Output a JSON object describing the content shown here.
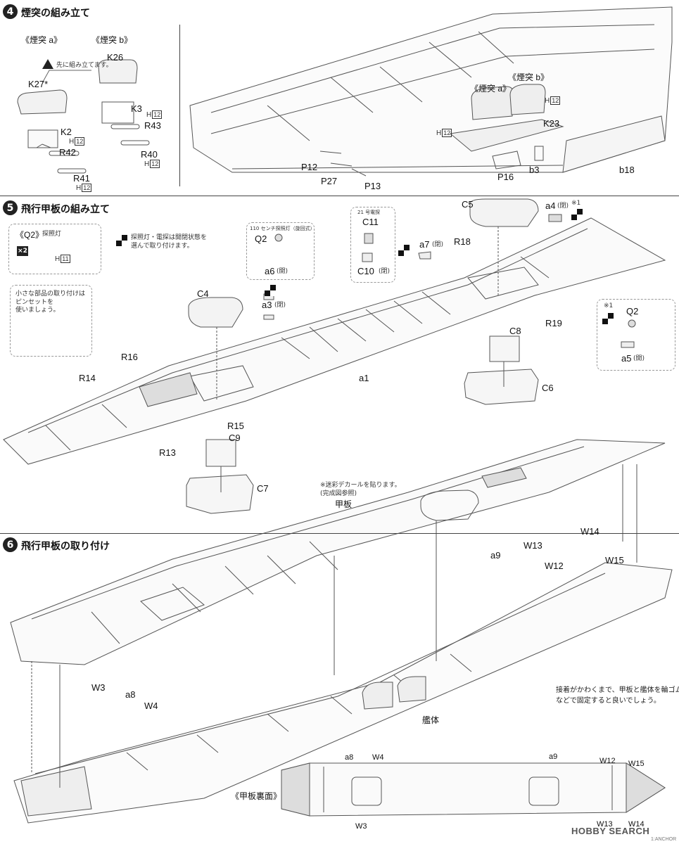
{
  "step4": {
    "number": "4",
    "title": "煙突の組み立て",
    "group_a": "《煙突 a》",
    "group_b": "《煙突 b》",
    "note": "先に組み立てます。",
    "parts": [
      "K26",
      "K27*",
      "K3",
      "R43",
      "K2",
      "R42",
      "R40",
      "R41",
      "P12",
      "P27",
      "P13",
      "P16",
      "b3",
      "b18",
      "K23"
    ],
    "funnel_a": "《煙突 a》",
    "funnel_b": "《煙突 b》",
    "h12": "H",
    "h12_num": "12"
  },
  "step5": {
    "number": "5",
    "title": "飛行甲板の組み立て",
    "q2_title": "《Q2》",
    "q2_sub": "探照灯",
    "x2": "×2",
    "q2_h": "H",
    "q2_h_num": "11",
    "flag_note": "探照灯・電探は開閉状態を\n選んで取り付けます。",
    "tweezer_note": "小さな部品の取り付けは\nピンセットを\n使いましょう。",
    "searchlight_caption": "110 センチ探照灯（旋回式）",
    "radar_caption": "21 号電探",
    "parts": [
      "Q2",
      "a6",
      "a3",
      "C11",
      "C10",
      "C5",
      "a4",
      "a7",
      "R18",
      "C4",
      "R16",
      "R14",
      "C8",
      "R19",
      "Q2",
      "a5",
      "C6",
      "a1",
      "R15",
      "C9",
      "R13",
      "C7"
    ],
    "a6_state": "(開)",
    "a3_state": "(閉)",
    "c10_state": "(閉)",
    "a4_state": "(閉)",
    "a7_state": "(閉)",
    "a5_state": "(開)",
    "mark1": "※1",
    "mark2": "※1",
    "decal_note": "※迷彩デカールを貼ります。\n(完成図参照)",
    "deck_label": "甲板"
  },
  "step6": {
    "number": "6",
    "title": "飛行甲板の取り付け",
    "parts": [
      "W14",
      "W13",
      "a9",
      "W15",
      "W12",
      "W3",
      "a8",
      "W4"
    ],
    "hull_label": "艦体",
    "rubber_note": "接着がかわくまで、甲板と艦体を輪ゴム\nなどで固定すると良いでしょう。",
    "underside_label": "《甲板裏面》",
    "underside_parts": [
      "a8",
      "W4",
      "a9",
      "W12",
      "W15",
      "W3",
      "W13",
      "W14"
    ]
  },
  "watermark": {
    "text": "HOBBY SEARCH",
    "sub": "1:ANCHOR"
  },
  "colors": {
    "line": "#444444",
    "text": "#111111"
  }
}
